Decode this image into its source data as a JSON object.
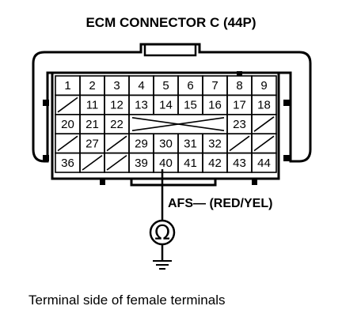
{
  "title": "ECM CONNECTOR C (44P)",
  "caption": "Terminal side of female terminals",
  "signal_label": "AFS— (RED/YEL)",
  "meter_symbol": "Ω",
  "measured_pin": "40",
  "rows": [
    [
      "1",
      "2",
      "3",
      "4",
      "5",
      "6",
      "7",
      "8",
      "9"
    ],
    [
      "",
      "11",
      "12",
      "13",
      "14",
      "15",
      "16",
      "17",
      "18"
    ],
    [
      "20",
      "21",
      "22",
      "",
      "",
      "",
      "",
      "23",
      ""
    ],
    [
      "",
      "27",
      "",
      "29",
      "30",
      "31",
      "32",
      "",
      ""
    ],
    [
      "36",
      "",
      "",
      "39",
      "40",
      "41",
      "42",
      "43",
      "44"
    ]
  ]
}
